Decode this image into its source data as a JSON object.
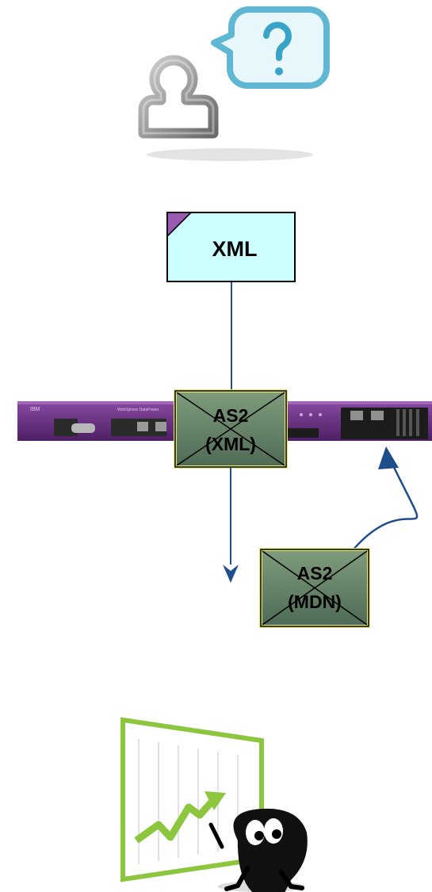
{
  "xml_document": {
    "label": "XML"
  },
  "envelope_request": {
    "line1": "AS2",
    "line2": "(XML)"
  },
  "envelope_response": {
    "line1": "AS2",
    "line2": "(MDN)"
  },
  "appliance": {
    "brand": "IBM",
    "model": "WebSphere DataPower"
  },
  "colors": {
    "connector": "#1f4e8c",
    "xml_fill": "#ccffff",
    "device": "#6b2f82",
    "envelope_fill": "#5e7a5e",
    "envelope_edge": "#e8e87a",
    "chart_frame": "#8cc63f"
  }
}
